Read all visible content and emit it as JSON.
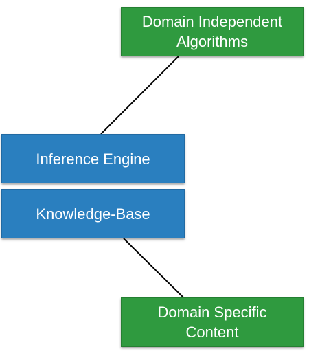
{
  "diagram": {
    "nodes": [
      {
        "id": "algorithms",
        "label": "Domain Independent\nAlgorithms",
        "color": "#2f9a3f"
      },
      {
        "id": "inference",
        "label": "Inference Engine",
        "color": "#2a7fbf"
      },
      {
        "id": "knowledge",
        "label": "Knowledge-Base",
        "color": "#2a7fbf"
      },
      {
        "id": "content",
        "label": "Domain Specific\nContent",
        "color": "#2f9a3f"
      }
    ],
    "edges": [
      {
        "from": "inference",
        "to": "algorithms"
      },
      {
        "from": "knowledge",
        "to": "content"
      }
    ]
  }
}
